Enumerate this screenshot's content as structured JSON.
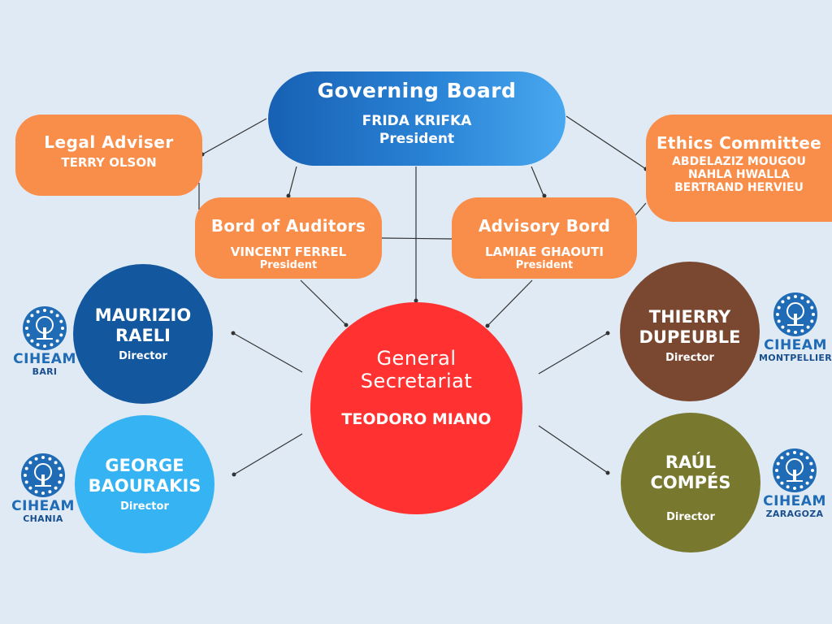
{
  "governing_board": {
    "title": "Governing Board",
    "name": "FRIDA KRIFKA",
    "role": "President"
  },
  "legal_adviser": {
    "title": "Legal Adviser",
    "name": "TERRY OLSON"
  },
  "ethics_committee": {
    "title": "Ethics Committee",
    "members": [
      "ABDELAZIZ MOUGOU",
      "NAHLA HWALLA",
      "BERTRAND HERVIEU"
    ]
  },
  "board_of_auditors": {
    "title": "Bord of Auditors",
    "name": "VINCENT FERREL",
    "role": "President"
  },
  "advisory_board": {
    "title": "Advisory Bord",
    "name": "LAMIAE GHAOUTI",
    "role": "President"
  },
  "general_secretariat": {
    "title_line1": "General",
    "title_line2": "Secretariat",
    "name": "TEODORO MIANO"
  },
  "directors": [
    {
      "name_line1": "MAURIZIO",
      "name_line2": "RAELI",
      "role": "Director",
      "institute": "CIHEAM",
      "city": "BARI",
      "color": "#13579f"
    },
    {
      "name_line1": "GEORGE",
      "name_line2": "BAOURAKIS",
      "role": "Director",
      "institute": "CIHEAM",
      "city": "CHANIA",
      "color": "#35b3f2"
    },
    {
      "name_line1": "THIERRY",
      "name_line2": "DUPEUBLE",
      "role": "Director",
      "institute": "CIHEAM",
      "city": "MONTPELLIER",
      "color": "#7a4831"
    },
    {
      "name_line1": "RAÚL",
      "name_line2": "COMPÉS",
      "role": "Director",
      "institute": "CIHEAM",
      "city": "ZARAGOZA",
      "color": "#78782f"
    }
  ],
  "icons": {
    "logo": "ciheam-tree-stars-logo"
  },
  "colors": {
    "background": "#dfeaf5",
    "orange_box": "#f98e4a",
    "secretariat": "#ff3131",
    "governing_board": "#2a83d6"
  }
}
